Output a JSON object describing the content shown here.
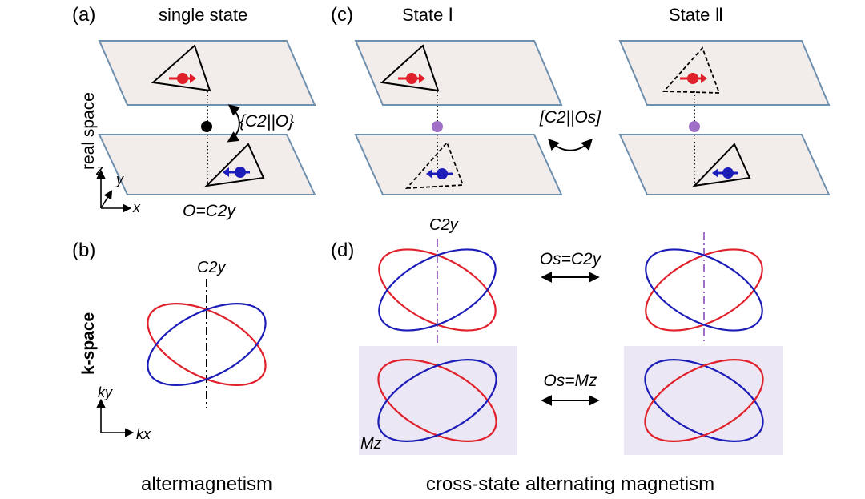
{
  "panels": {
    "a": {
      "tag": "(a)",
      "title": "single state",
      "operation": "{C2||O}",
      "origin_label": "O=C2y"
    },
    "b": {
      "tag": "(b)",
      "axis_label": "C2y"
    },
    "c": {
      "tag": "(c)",
      "state1": "State Ⅰ",
      "state2": "State Ⅱ",
      "operation": "[C2||Os]"
    },
    "d": {
      "tag": "(d)",
      "axis_label": "C2y",
      "top_operation": "Os=C2y",
      "bottom_operation": "Os=Mz",
      "mirror_label": "Mz"
    }
  },
  "side_labels": {
    "real_space": "real space",
    "k_space": "k-space"
  },
  "axes": {
    "x": "x",
    "y": "y",
    "z": "z",
    "kx": "kx",
    "ky": "ky"
  },
  "captions": {
    "left": "altermagnetism",
    "right": "cross-state alternating magnetism"
  },
  "colors": {
    "spin_up": "#e0202b",
    "spin_down": "#1c1cb8",
    "plane_fill": "#f2edeb",
    "plane_edge": "#6e8fae",
    "inversion_center": "#000000",
    "symmetry_center": "#a070c8",
    "mirror_axis": "#a070c8",
    "mirror_shade": "#ece7f4"
  }
}
